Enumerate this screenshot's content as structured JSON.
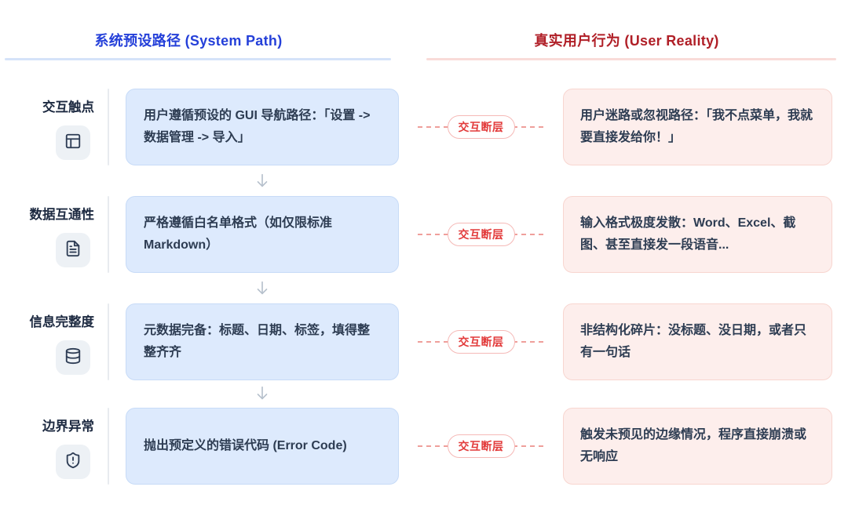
{
  "header": {
    "left": "系统预设路径 (System Path)",
    "right": "真实用户行为 (User Reality)"
  },
  "gap_label": "交互断层",
  "rows": [
    {
      "label": "交互触点",
      "icon": "layout-icon",
      "system": "用户遵循预设的 GUI 导航路径：「设置 -> 数据管理 -> 导入」",
      "reality": "用户迷路或忽视路径：「我不点菜单，我就要直接发给你！」"
    },
    {
      "label": "数据互通性",
      "icon": "file-text-icon",
      "system": "严格遵循白名单格式（如仅限标准 Markdown）",
      "reality": "输入格式极度发散：Word、Excel、截图、甚至直接发一段语音..."
    },
    {
      "label": "信息完整度",
      "icon": "database-icon",
      "system": "元数据完备：标题、日期、标签，填得整整齐齐",
      "reality": "非结构化碎片：没标题、没日期，或者只有一句话"
    },
    {
      "label": "边界异常",
      "icon": "shield-alert-icon",
      "system": "抛出预定义的错误代码 (Error Code)",
      "reality": "触发未预见的边缘情况，程序直接崩溃或无响应"
    }
  ],
  "colors": {
    "system_header": "#2540d9",
    "reality_header": "#b01f27",
    "system_box_bg": "#ddeafd",
    "system_box_border": "#c7dbf7",
    "reality_box_bg": "#fdeeec",
    "reality_box_border": "#f8d6d0",
    "gap_badge_text": "#e23a3a",
    "gap_badge_border": "#f5b9b7",
    "dashed_line": "#ef9f9b",
    "label_text": "#1c2940",
    "box_text": "#2d3c52",
    "icon_badge_bg": "#edf1f5",
    "arrow": "#b6c0cc"
  }
}
